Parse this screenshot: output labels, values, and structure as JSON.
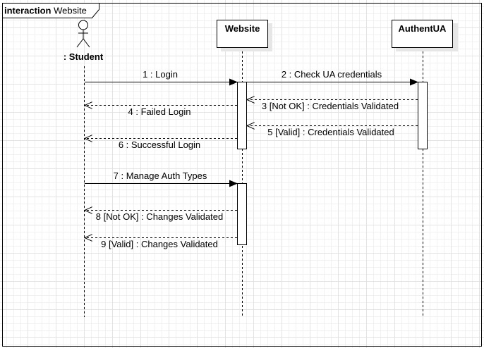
{
  "frame": {
    "keyword": "interaction",
    "name": "Website"
  },
  "participants": [
    {
      "id": "student",
      "label": ": Student",
      "kind": "actor"
    },
    {
      "id": "website",
      "label": "Website",
      "kind": "box"
    },
    {
      "id": "authentua",
      "label": "AuthentUA",
      "kind": "box"
    }
  ],
  "messages": [
    {
      "label": "1 : Login",
      "from": "student",
      "to": "website",
      "type": "sync"
    },
    {
      "label": "2 : Check UA credentials",
      "from": "website",
      "to": "authentua",
      "type": "sync"
    },
    {
      "label": "3 [Not OK] : Credentials Validated",
      "from": "authentua",
      "to": "website",
      "type": "return"
    },
    {
      "label": "4 : Failed Login",
      "from": "website",
      "to": "student",
      "type": "return"
    },
    {
      "label": "5 [Valid] : Credentials Validated",
      "from": "authentua",
      "to": "website",
      "type": "return"
    },
    {
      "label": "6 : Successful Login",
      "from": "website",
      "to": "student",
      "type": "return"
    },
    {
      "label": "7 : Manage Auth Types",
      "from": "student",
      "to": "website",
      "type": "sync"
    },
    {
      "label": "8 [Not OK] : Changes Validated",
      "from": "website",
      "to": "student",
      "type": "return"
    },
    {
      "label": "9 [Valid] : Changes Validated",
      "from": "website",
      "to": "student",
      "type": "return"
    }
  ]
}
